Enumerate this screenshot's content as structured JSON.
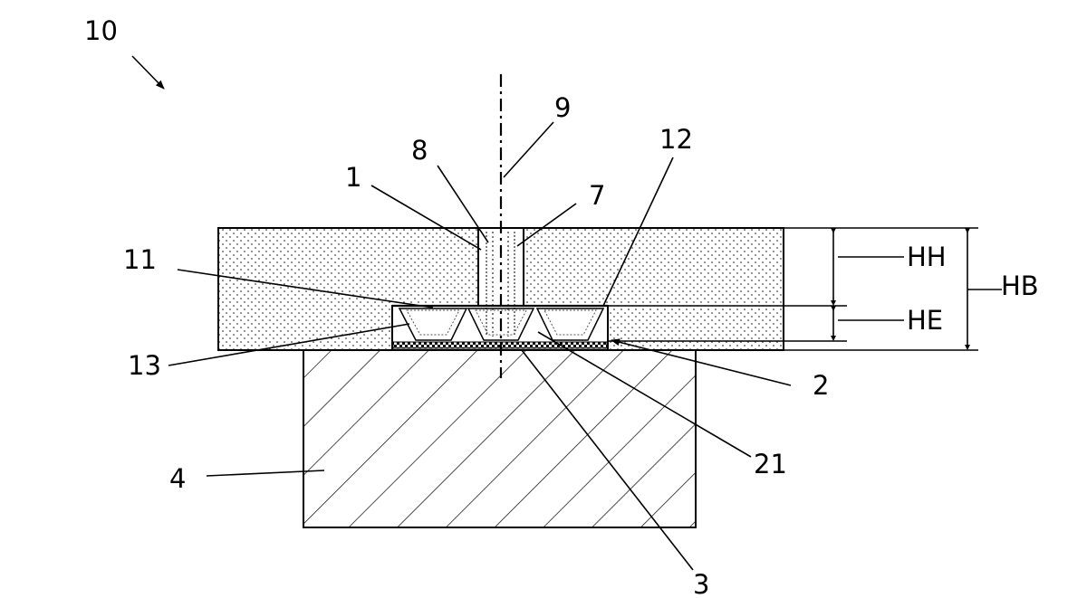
{
  "figure": {
    "labels": {
      "l10": "10",
      "l9": "9",
      "l8": "8",
      "l12": "12",
      "l1": "1",
      "l7": "7",
      "l11": "11",
      "lHH": "HH",
      "lHB": "HB",
      "lHE": "HE",
      "l13": "13",
      "l2": "2",
      "l21": "21",
      "l4": "4",
      "l3": "3"
    }
  }
}
